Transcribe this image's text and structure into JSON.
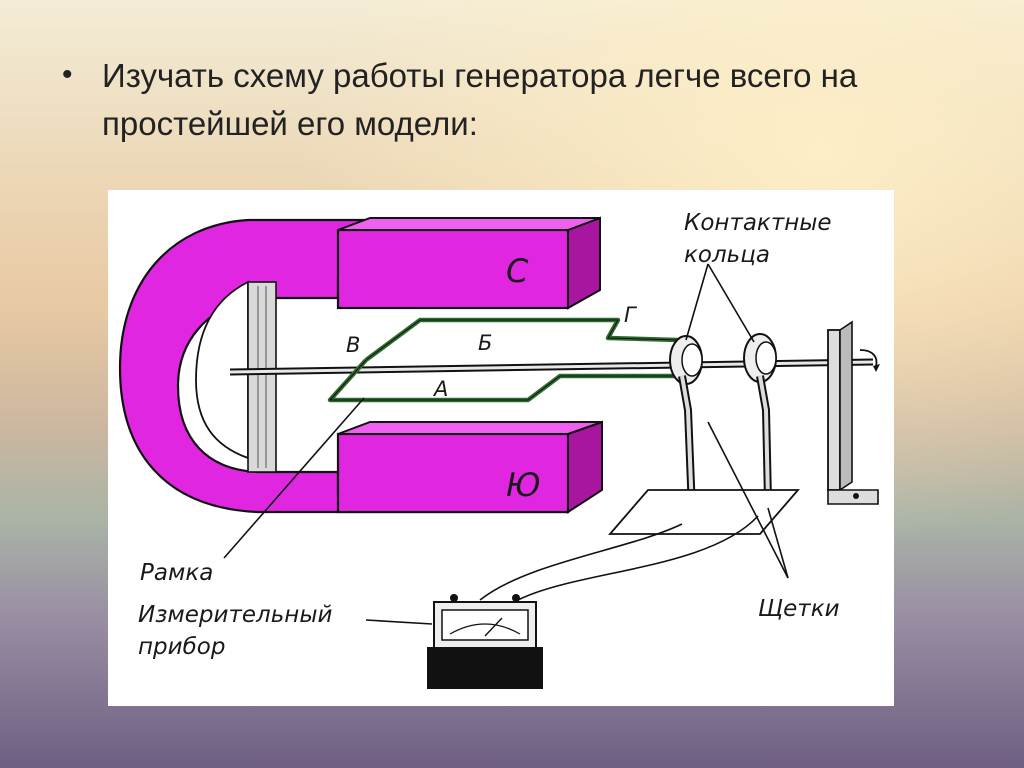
{
  "slide": {
    "bullet": "•",
    "text": "Изучать схему работы генератора легче всего на простейшей его модели:"
  },
  "diagram": {
    "pole_north": "С",
    "pole_south": "Ю",
    "frame_side_v": "В",
    "frame_side_b": "Б",
    "frame_side_g": "Г",
    "frame_side_a": "А",
    "label_rings_line1": "Контактные",
    "label_rings_line2": "кольца",
    "label_frame": "Рамка",
    "label_meter_line1": "Измерительный",
    "label_meter_line2": "прибор",
    "label_brushes": "Щетки"
  },
  "colors": {
    "magnet": "#e026e0",
    "magnet_dark": "#a8169f",
    "frame_wire": "#2f6b2f"
  }
}
